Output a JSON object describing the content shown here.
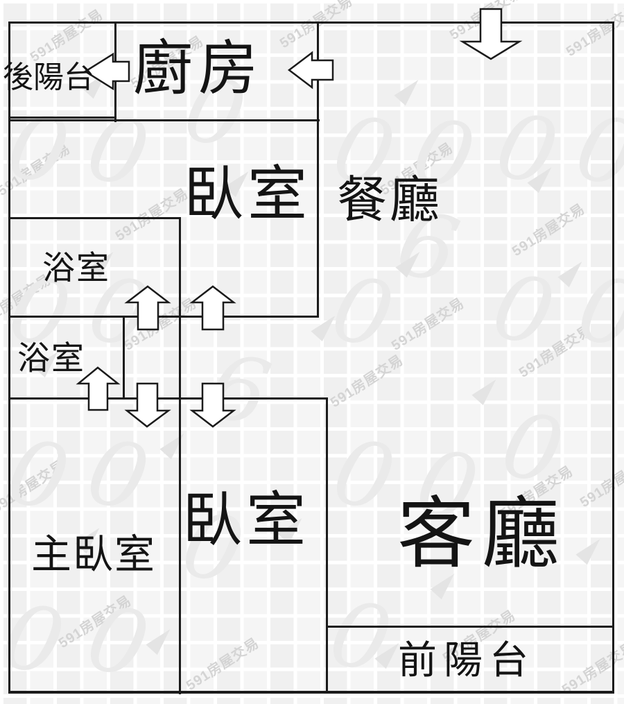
{
  "plan": {
    "source_watermark": "591房屋交易",
    "type": "apartment-floor-plan"
  },
  "watermark": {
    "text": "591房屋交易",
    "ghost_glyphs": [
      "0",
      "6"
    ],
    "text_color": "#d4d4d4",
    "ghost_color": "#eaeaea"
  },
  "colors": {
    "wall": "#1b1b1b",
    "grid_line": "#ffffff",
    "grid_tile": "#f2f2f2",
    "arrow_fill": "#ffffff",
    "label_text": "#141414"
  },
  "rooms": [
    {
      "name": "back-balcony",
      "label": "後陽台"
    },
    {
      "name": "kitchen",
      "label": "廚房"
    },
    {
      "name": "bedroom-upper",
      "label": "臥室"
    },
    {
      "name": "dining-room",
      "label": "餐廳"
    },
    {
      "name": "bathroom-upper",
      "label": "浴室"
    },
    {
      "name": "bathroom-lower",
      "label": "浴室"
    },
    {
      "name": "master-bedroom",
      "label": "主臥室"
    },
    {
      "name": "bedroom-lower",
      "label": "臥室"
    },
    {
      "name": "living-room",
      "label": "客廳"
    },
    {
      "name": "front-balcony",
      "label": "前陽台"
    }
  ],
  "arrows": [
    {
      "name": "entrance-arrow",
      "direction": "down"
    },
    {
      "name": "kitchen-to-back-balcony-door-arrow",
      "direction": "left"
    },
    {
      "name": "dining-to-kitchen-door-arrow",
      "direction": "left"
    },
    {
      "name": "vestibule-to-upper-bathroom-door-arrow",
      "direction": "up"
    },
    {
      "name": "hallway-to-upper-bedroom-door-arrow",
      "direction": "up"
    },
    {
      "name": "master-to-lower-bathroom-door-arrow",
      "direction": "up"
    },
    {
      "name": "vestibule-to-master-bedroom-door-arrow",
      "direction": "down"
    },
    {
      "name": "hallway-to-lower-bedroom-door-arrow",
      "direction": "down"
    }
  ]
}
